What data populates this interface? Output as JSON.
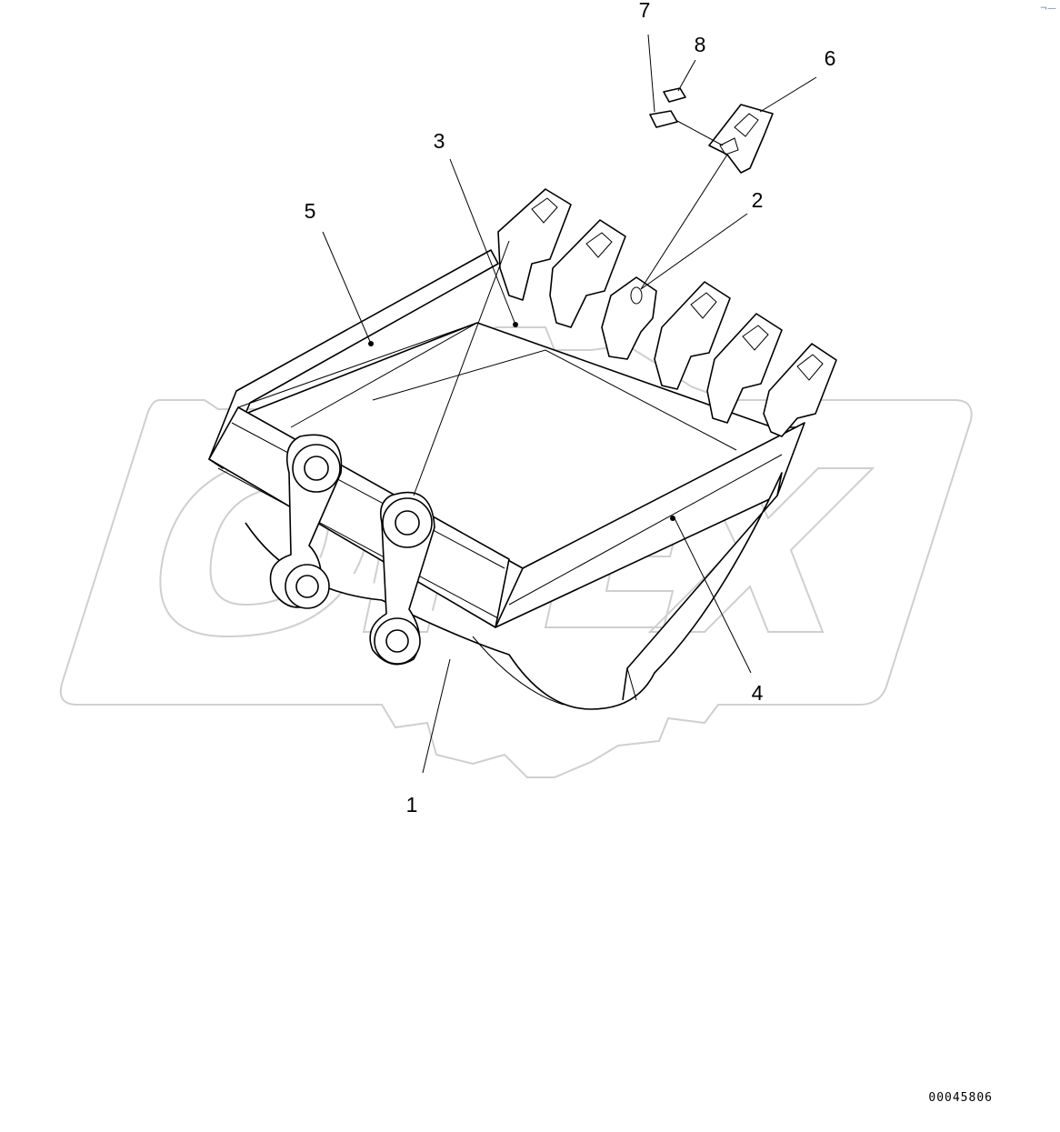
{
  "diagram": {
    "callouts": {
      "c1": "1",
      "c2": "2",
      "c3": "3",
      "c4": "4",
      "c5": "5",
      "c6": "6",
      "c7": "7",
      "c8": "8"
    },
    "drawing_code": "00045806",
    "corner_mark": "¬—",
    "watermark_text": "OPEX"
  }
}
